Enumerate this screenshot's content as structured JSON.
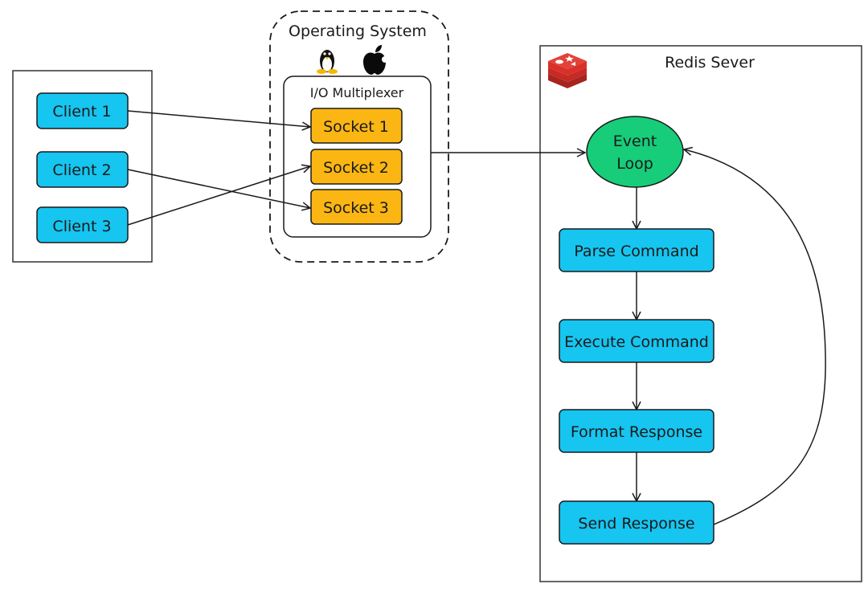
{
  "title": "Redis event loop with I/O multiplexing",
  "clients": {
    "items": [
      {
        "label": "Client 1"
      },
      {
        "label": "Client 2"
      },
      {
        "label": "Client 3"
      }
    ]
  },
  "os": {
    "title": "Operating System",
    "icons": [
      "linux-tux-icon",
      "apple-icon"
    ],
    "multiplexer": {
      "title": "I/O Multiplexer",
      "sockets": [
        {
          "label": "Socket 1"
        },
        {
          "label": "Socket 2"
        },
        {
          "label": "Socket 3"
        }
      ]
    }
  },
  "server": {
    "title": "Redis Sever",
    "logo": "redis-logo-icon",
    "event_loop": {
      "line1": "Event",
      "line2": "Loop"
    },
    "steps": [
      {
        "label": "Parse Command"
      },
      {
        "label": "Execute Command"
      },
      {
        "label": "Format Response"
      },
      {
        "label": "Send Response"
      }
    ]
  },
  "connections": [
    {
      "from": "Client 1",
      "to": "Socket 1"
    },
    {
      "from": "Client 2",
      "to": "Socket 3"
    },
    {
      "from": "Client 3",
      "to": "Socket 2"
    },
    {
      "from": "I/O Multiplexer",
      "to": "Event Loop"
    },
    {
      "from": "Event Loop",
      "to": "Parse Command"
    },
    {
      "from": "Parse Command",
      "to": "Execute Command"
    },
    {
      "from": "Execute Command",
      "to": "Format Response"
    },
    {
      "from": "Format Response",
      "to": "Send Response"
    },
    {
      "from": "Send Response",
      "to": "Event Loop"
    }
  ],
  "colors": {
    "client_fill": "#16c5f0",
    "socket_fill": "#fbb613",
    "event_loop_fill": "#17cd7a",
    "step_fill": "#16c5f0",
    "stroke": "#1a1a1a",
    "redis_red": "#d9302a"
  }
}
